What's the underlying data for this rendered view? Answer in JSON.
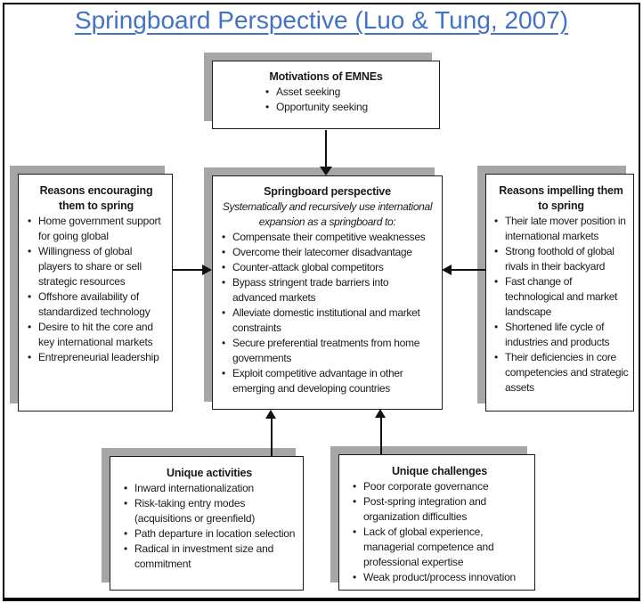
{
  "title": "Springboard Perspective (Luo & Tung, 2007)",
  "colors": {
    "title_blue": "#4472C4",
    "shadow_gray": "#a6a6a6",
    "box_border": "#1c1c1c",
    "text": "#1a1a1a"
  },
  "boxes": {
    "motivations": {
      "heading": "Motivations of EMNEs",
      "bullets": [
        "Asset seeking",
        "Opportunity seeking"
      ]
    },
    "reasons_encouraging": {
      "heading": "Reasons encouraging them to spring",
      "bullets": [
        "Home government support for going global",
        "Willingness of global players to share or sell strategic resources",
        "Offshore availability of standardized technology",
        "Desire to hit the core and key international markets",
        "Entrepreneurial leadership"
      ]
    },
    "springboard": {
      "heading": "Springboard perspective",
      "subtitle": "Systematically and recursively use international expansion as a springboard to:",
      "bullets": [
        "Compensate their competitive weaknesses",
        "Overcome their latecomer disadvantage",
        "Counter-attack global competitors",
        "Bypass stringent trade barriers into advanced markets",
        "Alleviate domestic institutional and market constraints",
        "Secure preferential treatments from home governments",
        "Exploit competitive advantage in other emerging and developing countries"
      ]
    },
    "reasons_impelling": {
      "heading": "Reasons impelling them to spring",
      "bullets": [
        "Their late mover position in international markets",
        "Strong foothold of global rivals in their backyard",
        "Fast change of technological and market landscape",
        "Shortened life cycle of industries and products",
        "Their deficiencies in core competencies and strategic assets"
      ]
    },
    "unique_activities": {
      "heading": "Unique activities",
      "bullets": [
        "Inward internationalization",
        "Risk-taking entry modes (acquisitions or greenfield)",
        "Path departure in location selection",
        "Radical in investment size and commitment"
      ]
    },
    "unique_challenges": {
      "heading": "Unique challenges",
      "bullets": [
        "Poor corporate governance",
        "Post-spring integration and organization difficulties",
        "Lack of global experience, managerial competence and professional expertise",
        "Weak product/process innovation"
      ]
    }
  },
  "connections": [
    {
      "from": "Motivations of EMNEs",
      "to": "Springboard perspective",
      "direction": "down"
    },
    {
      "from": "Reasons encouraging them to spring",
      "to": "Springboard perspective",
      "direction": "right"
    },
    {
      "from": "Reasons impelling them to spring",
      "to": "Springboard perspective",
      "direction": "left"
    },
    {
      "from": "Unique activities",
      "to": "Springboard perspective",
      "direction": "up"
    },
    {
      "from": "Unique challenges",
      "to": "Springboard perspective",
      "direction": "up"
    }
  ]
}
